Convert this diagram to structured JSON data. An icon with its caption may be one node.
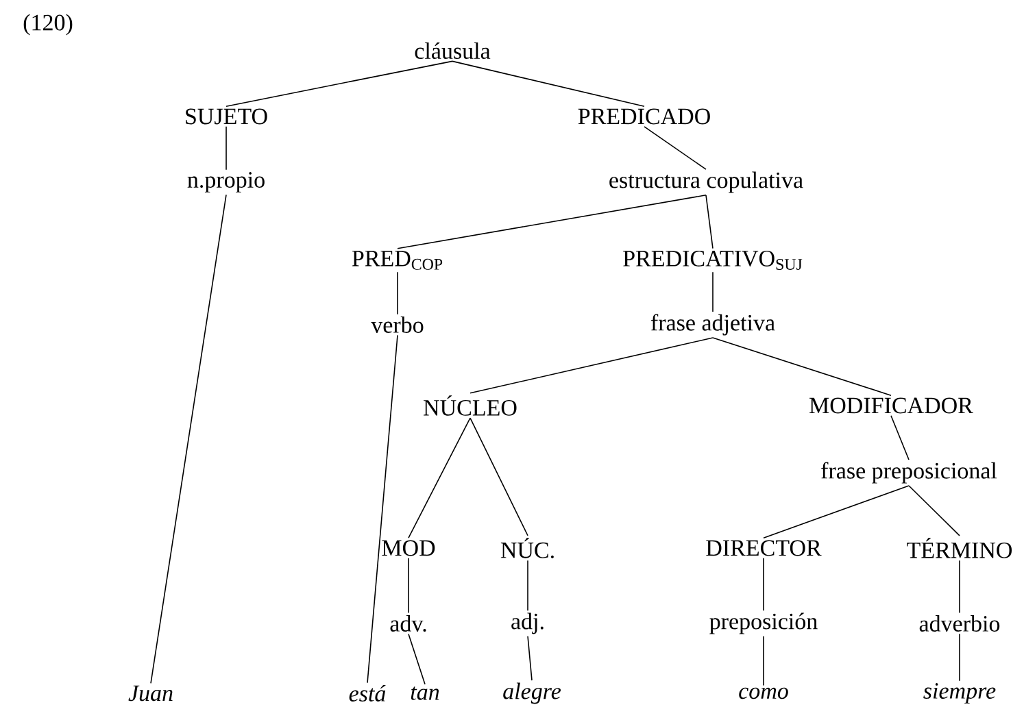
{
  "diagram": {
    "nodes": [
      {
        "text": [
          "cláusula"
        ]
      },
      {
        "text": [
          "SUJETO"
        ]
      },
      {
        "text": [
          "PREDICADO"
        ]
      },
      {
        "text": [
          "n.propio"
        ]
      },
      {
        "text": [
          "estructura copulativa"
        ]
      },
      {
        "text": [
          "PRED$_{COP}$"
        ]
      },
      {
        "text": [
          "PREDICATIVO$_{SUJ}$"
        ]
      },
      {
        "text": [
          "verbo"
        ]
      },
      {
        "text": [
          "frase adjetiva"
        ]
      },
      {
        "text": [
          "NÚCLEO"
        ]
      },
      {
        "text": [
          "MODIFICADOR"
        ]
      },
      {
        "text": [
          "frase preposicional"
        ]
      },
      {
        "text": [
          "MOD"
        ]
      },
      {
        "text": [
          "NÚC."
        ]
      },
      {
        "text": [
          "DIRECTOR"
        ]
      },
      {
        "text": [
          "TÉRMINO"
        ]
      },
      {
        "text": [
          "adv."
        ]
      },
      {
        "text": [
          "adj."
        ]
      },
      {
        "text": [
          "preposición"
        ]
      },
      {
        "text": [
          "adverbio"
        ]
      },
      {
        "text": [
          "Juan"
        ]
      },
      {
        "text": [
          "está"
        ]
      },
      {
        "text": [
          "tan"
        ]
      },
      {
        "text": [
          "alegre"
        ]
      },
      {
        "text": [
          "como"
        ]
      },
      {
        "text": [
          "siempre"
        ]
      }
    ],
    "edges": [
      {
        "from": 0,
        "to": 1,
        "arrow": "none"
      },
      {
        "from": 0,
        "to": 2,
        "arrow": "none"
      },
      {
        "from": 1,
        "to": 3,
        "arrow": "none"
      },
      {
        "from": 3,
        "to": 20,
        "arrow": "none"
      },
      {
        "from": 2,
        "to": 4,
        "arrow": "none"
      },
      {
        "from": 4,
        "to": 5,
        "arrow": "none"
      },
      {
        "from": 4,
        "to": 6,
        "arrow": "none"
      },
      {
        "from": 5,
        "to": 7,
        "arrow": "none"
      },
      {
        "from": 7,
        "to": 21,
        "arrow": "none"
      },
      {
        "from": 6,
        "to": 8,
        "arrow": "none"
      },
      {
        "from": 8,
        "to": 9,
        "arrow": "none"
      },
      {
        "from": 8,
        "to": 10,
        "arrow": "none"
      },
      {
        "from": 9,
        "to": 12,
        "arrow": "none"
      },
      {
        "from": 9,
        "to": 13,
        "arrow": "none"
      },
      {
        "from": 10,
        "to": 11,
        "arrow": "none"
      },
      {
        "from": 11,
        "to": 14,
        "arrow": "none"
      },
      {
        "from": 11,
        "to": 15,
        "arrow": "none"
      },
      {
        "from": 12,
        "to": 16,
        "arrow": "none"
      },
      {
        "from": 13,
        "to": 17,
        "arrow": "none"
      },
      {
        "from": 14,
        "to": 18,
        "arrow": "none"
      },
      {
        "from": 15,
        "to": 19,
        "arrow": "none"
      },
      {
        "from": 16,
        "to": 22,
        "arrow": "none"
      },
      {
        "from": 17,
        "to": 23,
        "arrow": "none"
      },
      {
        "from": 18,
        "to": 24,
        "arrow": "none"
      },
      {
        "from": 19,
        "to": 25,
        "arrow": "none"
      }
    ],
    "labels": [
      "(120)"
    ]
  }
}
